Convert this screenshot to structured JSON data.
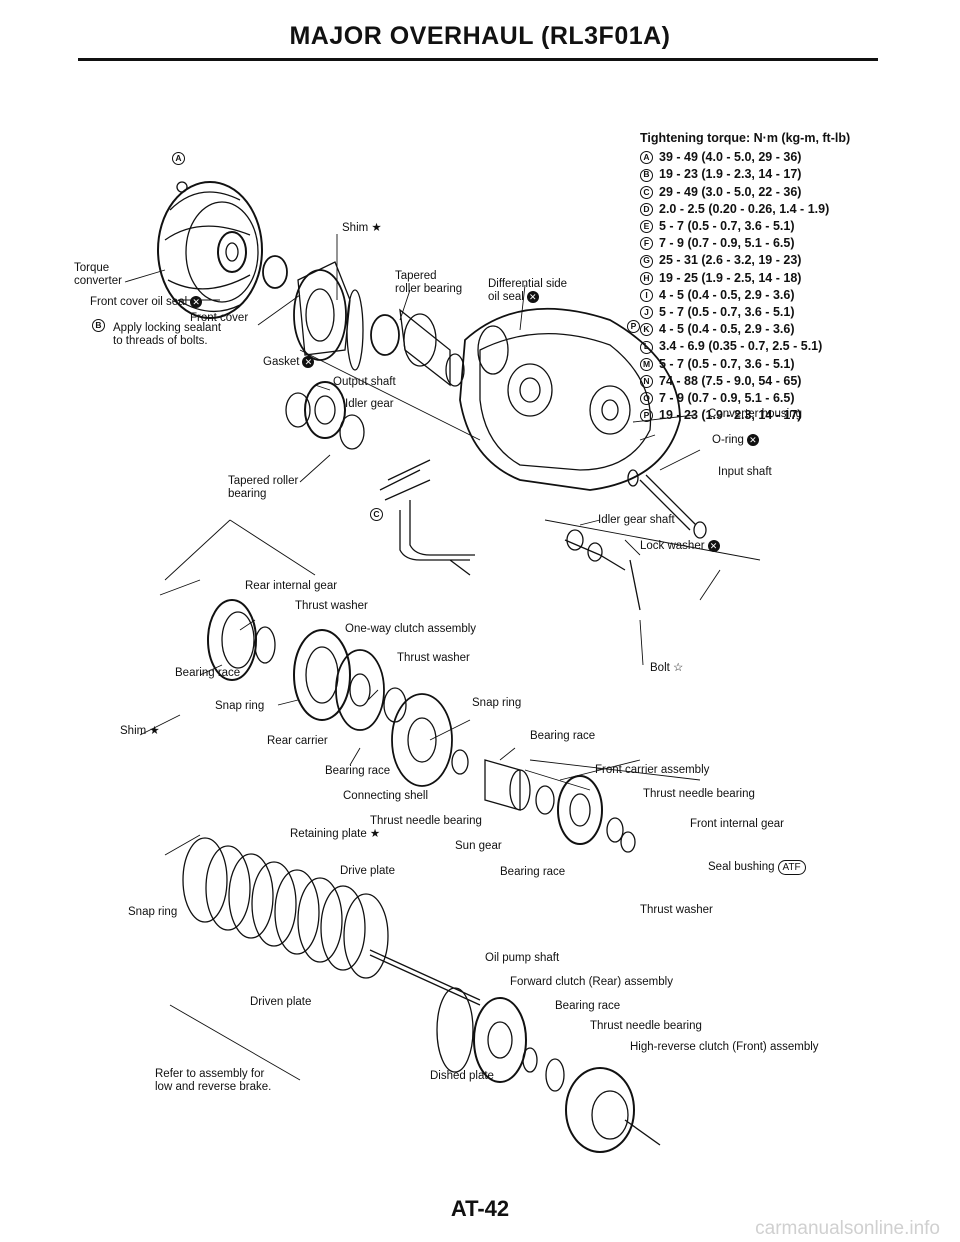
{
  "header": {
    "title": "MAJOR OVERHAUL (RL3F01A)"
  },
  "torque": {
    "heading": "Tightening torque: N·m (kg-m, ft-lb)",
    "items": [
      {
        "key": "A",
        "value": "39 - 49 (4.0 - 5.0, 29 - 36)"
      },
      {
        "key": "B",
        "value": "19 - 23 (1.9 - 2.3, 14 - 17)"
      },
      {
        "key": "C",
        "value": "29 - 49 (3.0 - 5.0, 22 - 36)"
      },
      {
        "key": "D",
        "value": "2.0 - 2.5 (0.20 - 0.26, 1.4 - 1.9)"
      },
      {
        "key": "E",
        "value": "5 - 7 (0.5 - 0.7, 3.6 - 5.1)"
      },
      {
        "key": "F",
        "value": "7 - 9 (0.7 - 0.9, 5.1 - 6.5)"
      },
      {
        "key": "G",
        "value": "25 - 31 (2.6 - 3.2, 19 - 23)"
      },
      {
        "key": "H",
        "value": "19 - 25 (1.9 - 2.5, 14 - 18)"
      },
      {
        "key": "I",
        "value": "4 - 5 (0.4 - 0.5, 2.9 - 3.6)"
      },
      {
        "key": "J",
        "value": "5 - 7 (0.5 - 0.7, 3.6 - 5.1)"
      },
      {
        "key": "K",
        "value": "4 - 5 (0.4 - 0.5, 2.9 - 3.6)"
      },
      {
        "key": "L",
        "value": "3.4 - 6.9 (0.35 - 0.7, 2.5 - 5.1)"
      },
      {
        "key": "M",
        "value": "5 - 7 (0.5 - 0.7, 3.6 - 5.1)"
      },
      {
        "key": "N",
        "value": "74 - 88 (7.5 - 9.0, 54 - 65)"
      },
      {
        "key": "O",
        "value": "7 - 9 (0.7 - 0.9, 5.1 - 6.5)"
      },
      {
        "key": "P",
        "value": "19 - 23 (1.9 - 2.3, 14 - 17)"
      }
    ]
  },
  "labels": {
    "torque_converter_1": "Torque",
    "torque_converter_2": "converter",
    "front_cover_oil_seal": "Front cover oil seal",
    "front_cover": "Front cover",
    "locking_sealant_1": "Apply locking sealant",
    "locking_sealant_2": "to threads of bolts.",
    "gasket": "Gasket",
    "shim_top": "Shim ★",
    "tapered_roller_bearing_top_1": "Tapered",
    "tapered_roller_bearing_top_2": "roller bearing",
    "diff_side_oil_seal_1": "Differential side",
    "diff_side_oil_seal_2": "oil seal",
    "output_shaft": "Output shaft",
    "idler_gear": "Idler gear",
    "converter_housing": "Converter housing",
    "o_ring": "O-ring",
    "input_shaft": "Input shaft",
    "tapered_roller_bearing_1": "Tapered roller",
    "tapered_roller_bearing_2": "bearing",
    "idler_gear_shaft": "Idler gear shaft",
    "lock_washer": "Lock washer",
    "rear_internal_gear": "Rear internal gear",
    "thrust_washer_1": "Thrust washer",
    "one_way_clutch": "One-way clutch assembly",
    "bolt": "Bolt ☆",
    "bearing_race_1": "Bearing race",
    "thrust_washer_2": "Thrust washer",
    "snap_ring_1": "Snap ring",
    "snap_ring_2": "Snap ring",
    "shim_left": "Shim ★",
    "rear_carrier": "Rear carrier",
    "bearing_race_2": "Bearing race",
    "bearing_race_3": "Bearing race",
    "front_carrier": "Front carrier assembly",
    "connecting_shell": "Connecting shell",
    "thrust_needle_bearing_1": "Thrust needle bearing",
    "thrust_needle_bearing_2": "Thrust needle bearing",
    "front_internal_gear": "Front internal gear",
    "retaining_plate": "Retaining plate ★",
    "sun_gear": "Sun gear",
    "seal_bushing": "Seal bushing",
    "atf": "ATF",
    "drive_plate": "Drive plate",
    "bearing_race_4": "Bearing race",
    "snap_ring_3": "Snap ring",
    "thrust_washer_3": "Thrust washer",
    "oil_pump_shaft": "Oil pump shaft",
    "forward_clutch": "Forward clutch (Rear) assembly",
    "driven_plate": "Driven plate",
    "bearing_race_5": "Bearing race",
    "thrust_needle_bearing_3": "Thrust needle bearing",
    "high_reverse_clutch": "High-reverse clutch (Front) assembly",
    "refer_1": "Refer to assembly for",
    "refer_2": "low and reverse brake.",
    "dished_plate": "Dished plate",
    "callout_a": "A",
    "callout_b": "B",
    "callout_c": "C",
    "callout_p": "P"
  },
  "footer": {
    "page_number": "AT-42",
    "watermark": "carmanualsonline.info"
  }
}
